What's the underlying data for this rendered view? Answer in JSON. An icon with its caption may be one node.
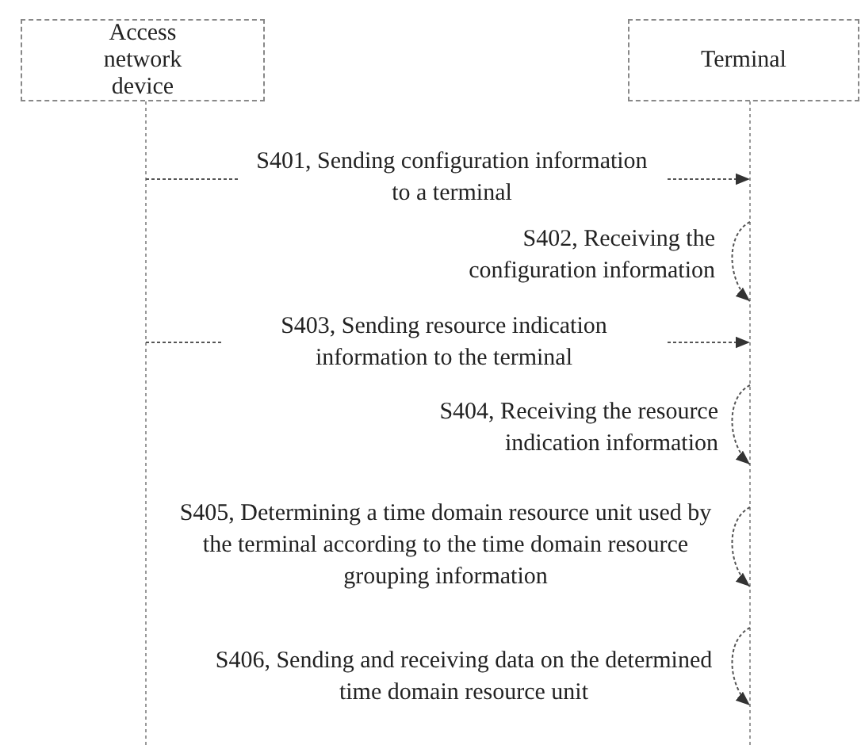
{
  "diagram": {
    "nodes": [
      {
        "text": [
          "Access network device"
        ]
      },
      {
        "text": [
          "Terminal"
        ]
      }
    ],
    "edges": [
      {
        "from": 0,
        "to": 1,
        "arrow": "to",
        "label": "S401, Sending configuration information to a terminal"
      },
      {
        "from": 1,
        "to": 1,
        "arrow": "to",
        "label": "S402, Receiving the configuration information"
      },
      {
        "from": 0,
        "to": 1,
        "arrow": "to",
        "label": "S403, Sending resource indication information to the terminal"
      },
      {
        "from": 1,
        "to": 1,
        "arrow": "to",
        "label": "S404, Receiving the resource indication information"
      },
      {
        "from": 1,
        "to": 1,
        "arrow": "to",
        "label": "S405, Determining a time domain resource unit used by the terminal according to the time domain resource grouping information"
      },
      {
        "from": 1,
        "to": 1,
        "arrow": "to",
        "label": "S406, Sending and receiving data on the determined time domain resource unit"
      }
    ]
  }
}
